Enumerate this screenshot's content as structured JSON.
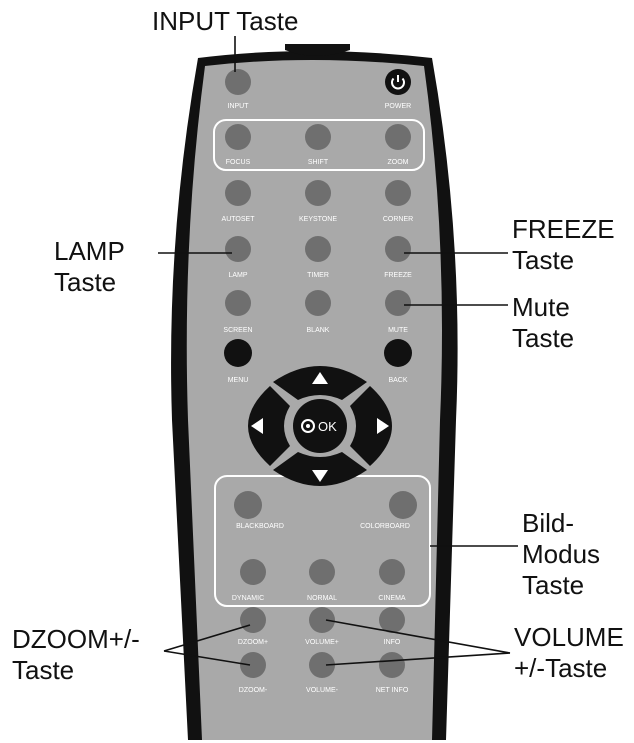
{
  "callouts": {
    "input": "INPUT Taste",
    "lamp": "LAMP\nTaste",
    "freeze": "FREEZE\nTaste",
    "mute": "Mute\nTaste",
    "bild": "Bild-\nModus\nTaste",
    "dzoom": "DZOOM+/-\nTaste",
    "volume": "VOLUME\n+/-Taste"
  },
  "remote": {
    "input": "INPUT",
    "power": "POWER",
    "focus": "FOCUS",
    "shift": "SHIFT",
    "zoom": "ZOOM",
    "autoset": "AUTOSET",
    "keystone": "KEYSTONE",
    "corner": "CORNER",
    "lamp": "LAMP",
    "timer": "TIMER",
    "freeze": "FREEZE",
    "screen": "SCREEN",
    "blank": "BLANK",
    "mute": "MUTE",
    "menu": "MENU",
    "back": "BACK",
    "ok": "OK",
    "blackboard": "BLACKBOARD",
    "colorboard": "COLORBOARD",
    "dynamic": "DYNAMIC",
    "normal": "NORMAL",
    "cinema": "CINEMA",
    "dzoom_plus": "DZOOM+",
    "volume_plus": "VOLUME+",
    "info": "INFO",
    "dzoom_minus": "DZOOM-",
    "volume_minus": "VOLUME-",
    "net_info": "NET INFO"
  },
  "colors": {
    "body": "#a9a9a9",
    "frame": "#111111",
    "button": "#6f6f6f",
    "dark_button": "#111111",
    "label": "#ffffff"
  }
}
